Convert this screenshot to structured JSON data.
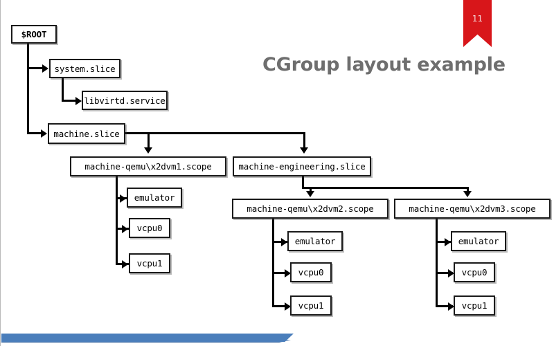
{
  "slide": {
    "title": "CGroup layout example",
    "page_number": "11",
    "accent_color": "#d8161a",
    "title_color": "#6e6e6e",
    "footer_color": "#4a7ebb"
  },
  "diagram": {
    "type": "tree",
    "nodes": {
      "root": "$ROOT",
      "system_slice": "system.slice",
      "libvirtd_service": "libvirtd.service",
      "machine_slice": "machine.slice",
      "vm1_scope": "machine-qemu\\x2dvm1.scope",
      "vm1_emulator": "emulator",
      "vm1_vcpu0": "vcpu0",
      "vm1_vcpu1": "vcpu1",
      "engineering_slice": "machine-engineering.slice",
      "vm2_scope": "machine-qemu\\x2dvm2.scope",
      "vm2_emulator": "emulator",
      "vm2_vcpu0": "vcpu0",
      "vm2_vcpu1": "vcpu1",
      "vm3_scope": "machine-qemu\\x2dvm3.scope",
      "vm3_emulator": "emulator",
      "vm3_vcpu0": "vcpu0",
      "vm3_vcpu1": "vcpu1"
    }
  }
}
